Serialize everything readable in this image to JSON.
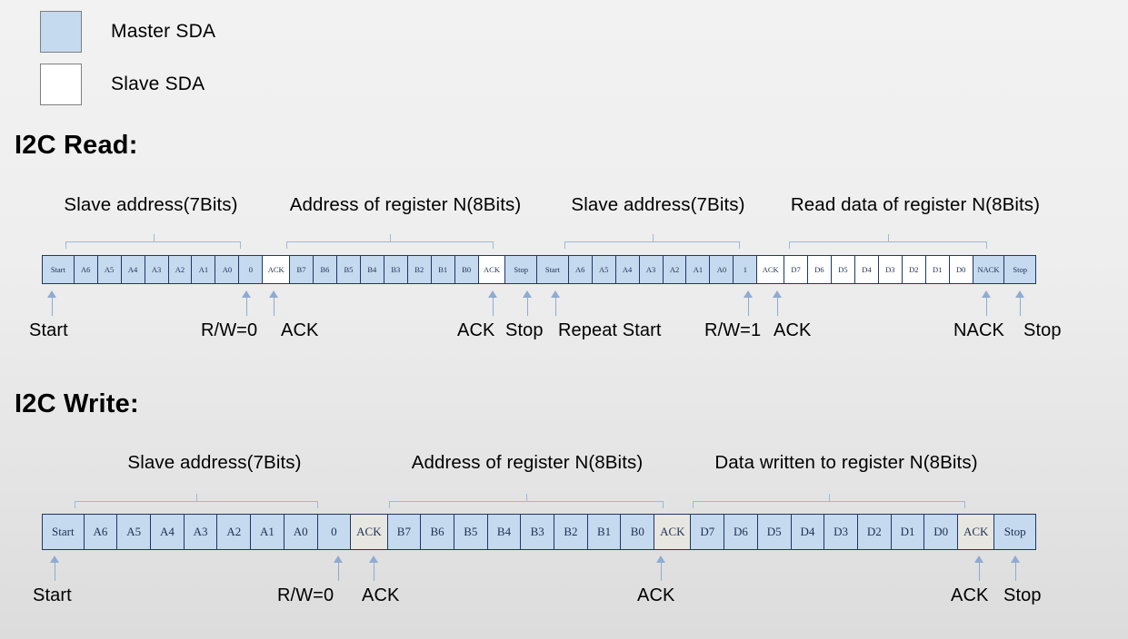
{
  "legend": {
    "items": [
      {
        "label": "Master SDA",
        "fill": "#c5d9ef",
        "kind": "master"
      },
      {
        "label": "Slave SDA",
        "fill": "#ffffff",
        "kind": "slave"
      }
    ]
  },
  "colors": {
    "master_fill": "#c5d9ef",
    "slave_fill": "#ffffff",
    "ack_gray_fill": "#e8e6e1",
    "cell_border": "#1f3864",
    "brace": "#9cb8d8",
    "arrow": "#8fabd0",
    "background": "#eeeeee"
  },
  "read_section": {
    "heading": "I2C Read:",
    "group_captions": [
      "Slave address(7Bits)",
      "Address of register N(8Bits)",
      "Slave address(7Bits)",
      "Read data of register N(8Bits)"
    ],
    "cells": [
      {
        "label": "Start",
        "kind": "master"
      },
      {
        "label": "A6",
        "kind": "master"
      },
      {
        "label": "A5",
        "kind": "master"
      },
      {
        "label": "A4",
        "kind": "master"
      },
      {
        "label": "A3",
        "kind": "master"
      },
      {
        "label": "A2",
        "kind": "master"
      },
      {
        "label": "A1",
        "kind": "master"
      },
      {
        "label": "A0",
        "kind": "master"
      },
      {
        "label": "0",
        "kind": "master"
      },
      {
        "label": "ACK",
        "kind": "slave"
      },
      {
        "label": "B7",
        "kind": "master"
      },
      {
        "label": "B6",
        "kind": "master"
      },
      {
        "label": "B5",
        "kind": "master"
      },
      {
        "label": "B4",
        "kind": "master"
      },
      {
        "label": "B3",
        "kind": "master"
      },
      {
        "label": "B2",
        "kind": "master"
      },
      {
        "label": "B1",
        "kind": "master"
      },
      {
        "label": "B0",
        "kind": "master"
      },
      {
        "label": "ACK",
        "kind": "slave"
      },
      {
        "label": "Stop",
        "kind": "master"
      },
      {
        "label": "Start",
        "kind": "master"
      },
      {
        "label": "A6",
        "kind": "master"
      },
      {
        "label": "A5",
        "kind": "master"
      },
      {
        "label": "A4",
        "kind": "master"
      },
      {
        "label": "A3",
        "kind": "master"
      },
      {
        "label": "A2",
        "kind": "master"
      },
      {
        "label": "A1",
        "kind": "master"
      },
      {
        "label": "A0",
        "kind": "master"
      },
      {
        "label": "1",
        "kind": "master"
      },
      {
        "label": "ACK",
        "kind": "slave"
      },
      {
        "label": "D7",
        "kind": "slave"
      },
      {
        "label": "D6",
        "kind": "slave"
      },
      {
        "label": "D5",
        "kind": "slave"
      },
      {
        "label": "D4",
        "kind": "slave"
      },
      {
        "label": "D3",
        "kind": "slave"
      },
      {
        "label": "D2",
        "kind": "slave"
      },
      {
        "label": "D1",
        "kind": "slave"
      },
      {
        "label": "D0",
        "kind": "slave"
      },
      {
        "label": "NACK",
        "kind": "master"
      },
      {
        "label": "Stop",
        "kind": "master"
      }
    ],
    "annotations": [
      "Start",
      "R/W=0",
      "ACK",
      "ACK",
      "Stop",
      "Repeat Start",
      "R/W=1",
      "ACK",
      "NACK",
      "Stop"
    ]
  },
  "write_section": {
    "heading": "I2C Write:",
    "group_captions": [
      "Slave address(7Bits)",
      "Address of register N(8Bits)",
      "Data written to register N(8Bits)"
    ],
    "cells": [
      {
        "label": "Start",
        "kind": "master"
      },
      {
        "label": "A6",
        "kind": "master"
      },
      {
        "label": "A5",
        "kind": "master"
      },
      {
        "label": "A4",
        "kind": "master"
      },
      {
        "label": "A3",
        "kind": "master"
      },
      {
        "label": "A2",
        "kind": "master"
      },
      {
        "label": "A1",
        "kind": "master"
      },
      {
        "label": "A0",
        "kind": "master"
      },
      {
        "label": "0",
        "kind": "master"
      },
      {
        "label": "ACK",
        "kind": "ackgray"
      },
      {
        "label": "B7",
        "kind": "master"
      },
      {
        "label": "B6",
        "kind": "master"
      },
      {
        "label": "B5",
        "kind": "master"
      },
      {
        "label": "B4",
        "kind": "master"
      },
      {
        "label": "B3",
        "kind": "master"
      },
      {
        "label": "B2",
        "kind": "master"
      },
      {
        "label": "B1",
        "kind": "master"
      },
      {
        "label": "B0",
        "kind": "master"
      },
      {
        "label": "ACK",
        "kind": "ackgray"
      },
      {
        "label": "D7",
        "kind": "master"
      },
      {
        "label": "D6",
        "kind": "master"
      },
      {
        "label": "D5",
        "kind": "master"
      },
      {
        "label": "D4",
        "kind": "master"
      },
      {
        "label": "D3",
        "kind": "master"
      },
      {
        "label": "D2",
        "kind": "master"
      },
      {
        "label": "D1",
        "kind": "master"
      },
      {
        "label": "D0",
        "kind": "master"
      },
      {
        "label": "ACK",
        "kind": "ackgray"
      },
      {
        "label": "Stop",
        "kind": "master"
      }
    ],
    "annotations": [
      "Start",
      "R/W=0",
      "ACK",
      "ACK",
      "ACK",
      "Stop"
    ]
  }
}
